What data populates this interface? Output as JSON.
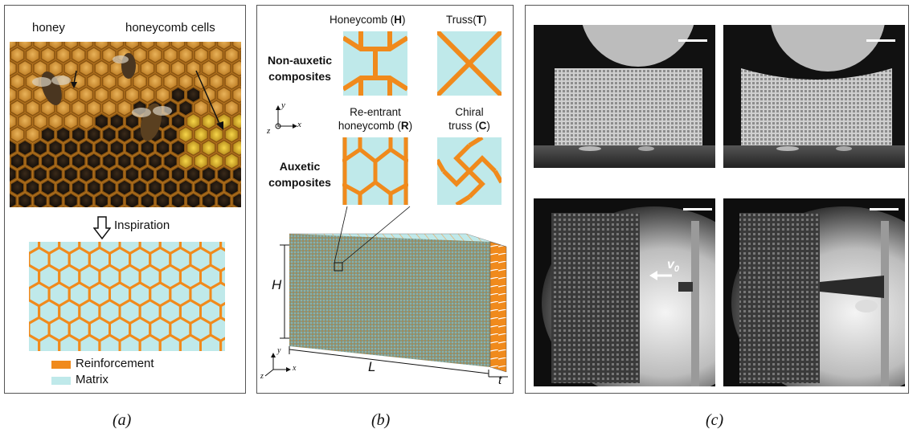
{
  "panel_a": {
    "label_honey": "honey",
    "label_honeycomb_cells": "honeycomb cells",
    "arrow_text": "Inspiration",
    "legend": [
      {
        "label": "Reinforcement",
        "color": "#f08a1c"
      },
      {
        "label": "Matrix",
        "color": "#bfe9ea"
      }
    ],
    "caption": "(a)"
  },
  "panel_b": {
    "row1_title": "Non-auxetic composites",
    "row1_line1": "Non-auxetic",
    "row1_line2": "composites",
    "row2_line1": "Auxetic",
    "row2_line2": "composites",
    "cell_honeycomb": {
      "pre": "Honeycomb (",
      "key": "H",
      "post": ")"
    },
    "cell_truss": {
      "pre": "Truss(",
      "key": "T",
      "post": ")"
    },
    "cell_reentrant_line1": "Re-entrant",
    "cell_reentrant_line2": {
      "pre": "honeycomb (",
      "key": "R",
      "post": ")"
    },
    "cell_chiral_line1": "Chiral",
    "cell_chiral_line2": {
      "pre": "truss (",
      "key": "C",
      "post": ")"
    },
    "axis_y": "y",
    "axis_x": "x",
    "axis_z": "z",
    "dim_H": "H",
    "dim_L": "L",
    "dim_t": "t",
    "caption": "(b)"
  },
  "panel_c": {
    "velocity_label": "v",
    "velocity_sub": "0",
    "caption": "(c)"
  },
  "colors": {
    "reinforcement": "#f08a1c",
    "matrix": "#bfe9ea"
  }
}
